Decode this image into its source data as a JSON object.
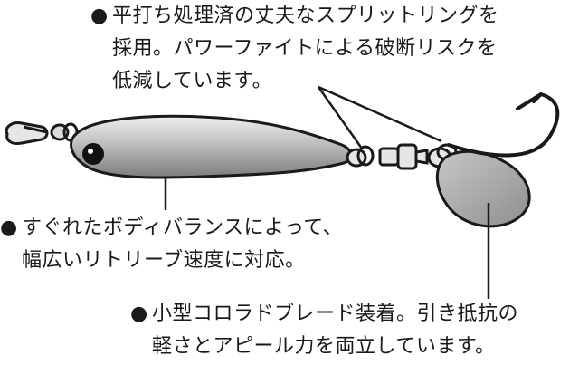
{
  "callouts": {
    "split_ring": {
      "bullet": "●",
      "line1": "平打ち処理済の丈夫なスプリットリングを",
      "line2": "採用。パワーファイトによる破断リスクを",
      "line3": "低減しています。"
    },
    "balance": {
      "bullet": "●",
      "line1": "すぐれたボディバランスによって、",
      "line2": "幅広いリトリーブ速度に対応。"
    },
    "blade": {
      "bullet": "●",
      "line1": "小型コロラドブレード装着。引き抵抗の",
      "line2": "軽さとアピール力を両立しています。"
    }
  },
  "colors": {
    "outline": "#1a1a1a",
    "body_light": "#d9d9d9",
    "body_dark": "#8a8a8a",
    "blade_fill": "#a8a8a8",
    "eye": "#111111"
  }
}
